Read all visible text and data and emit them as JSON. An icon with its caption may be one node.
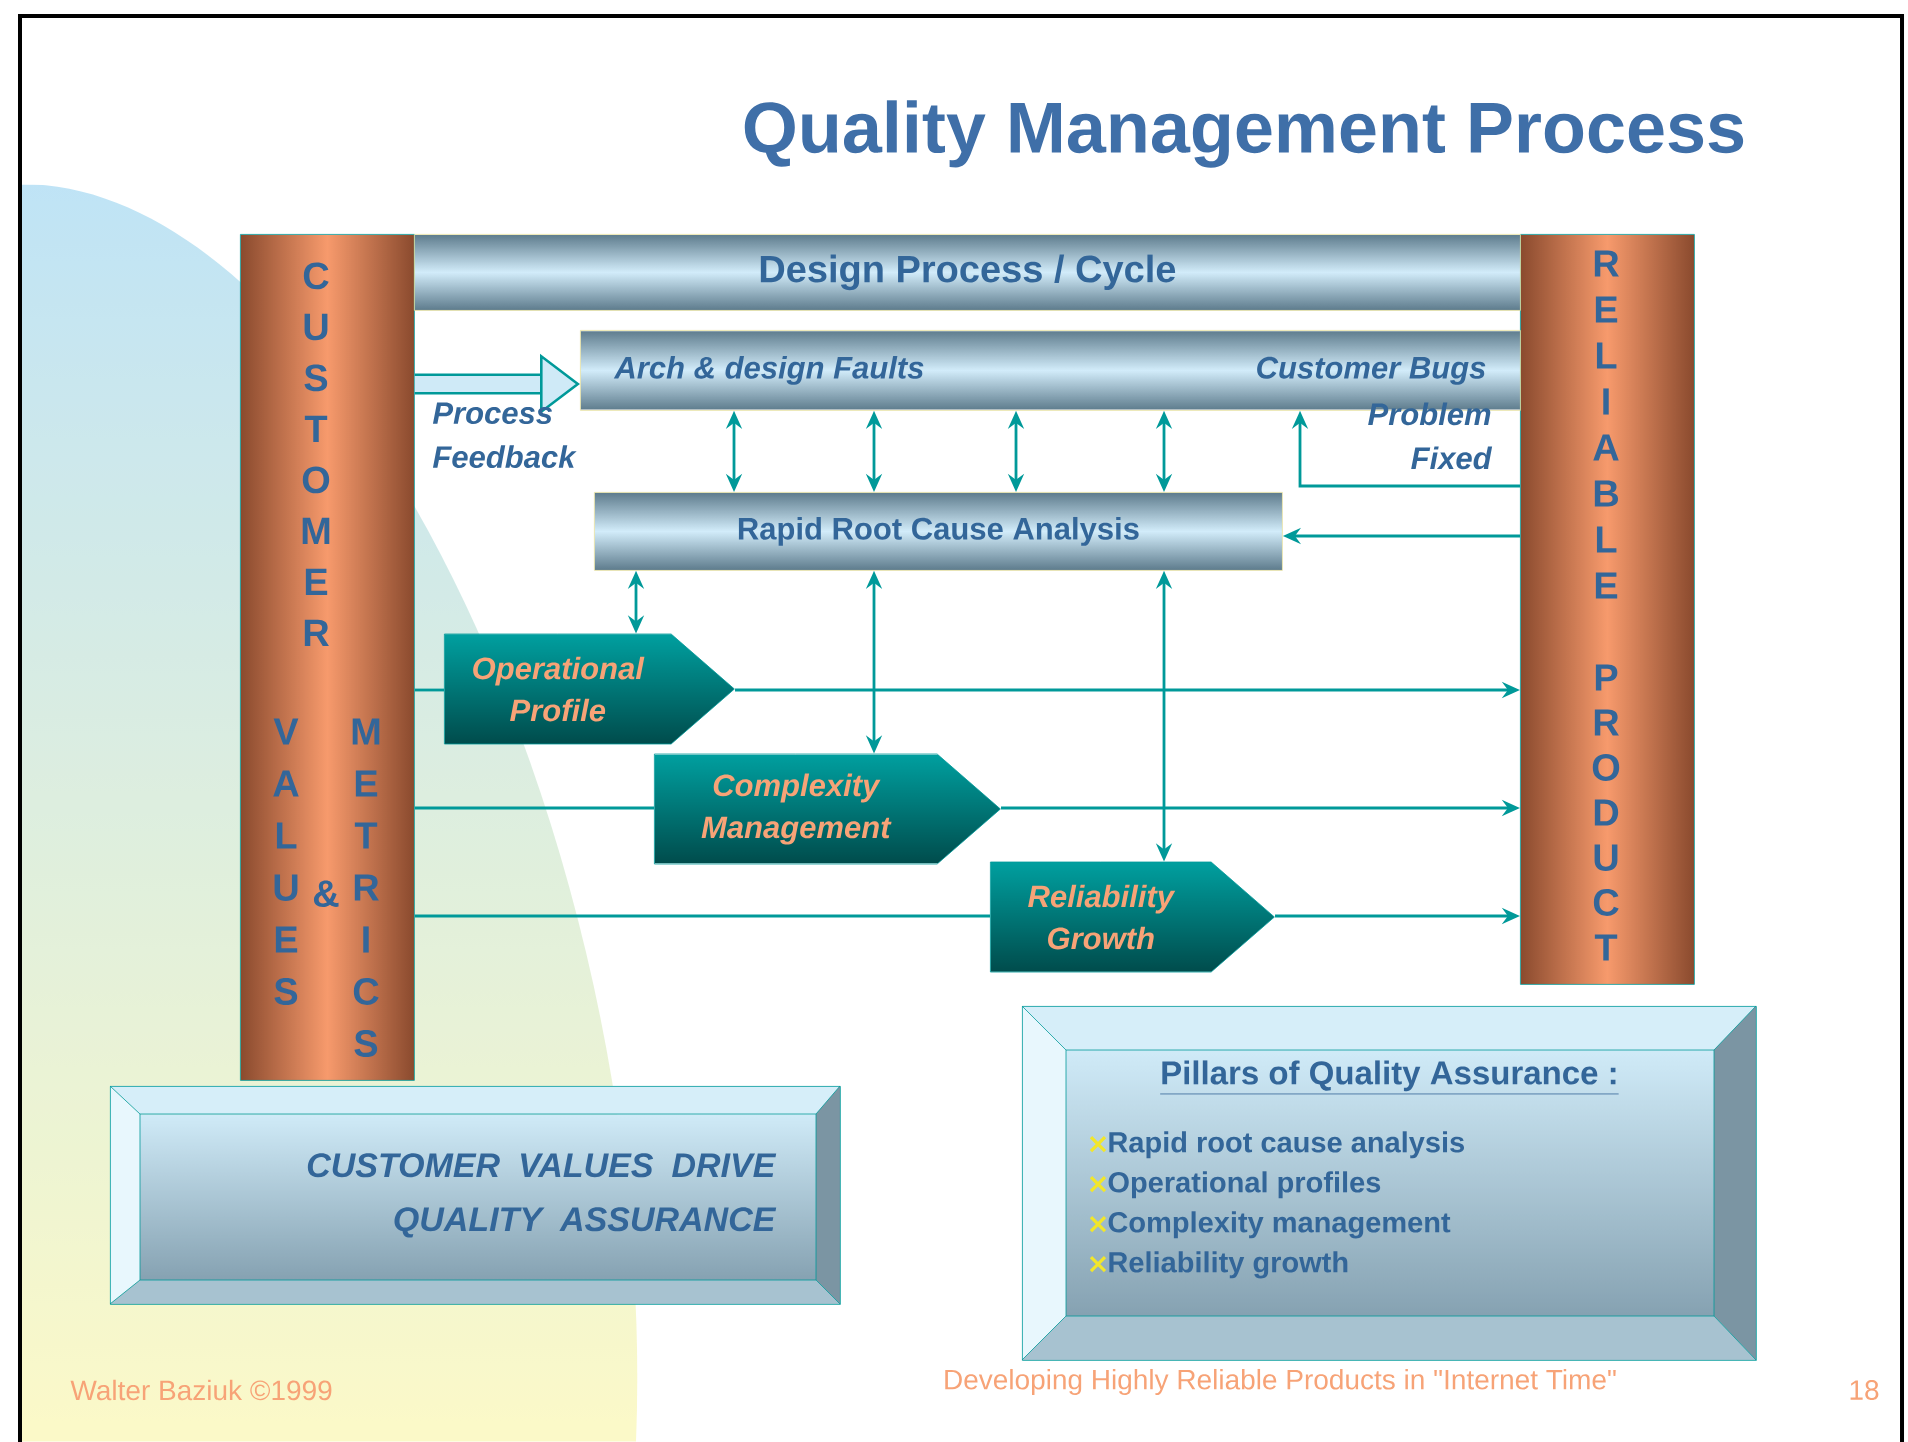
{
  "diagram": {
    "title": "Quality Management Process",
    "nodes": [
      {
        "text": [
          "CUSTOMER",
          "VALUES",
          "&",
          "METRICS"
        ]
      },
      {
        "text": [
          "RELIABLE",
          "PRODUCT"
        ]
      },
      {
        "text": [
          "Design Process / Cycle"
        ]
      },
      {
        "text": [
          "Arch & design Faults",
          "Customer Bugs"
        ]
      },
      {
        "text": [
          "Rapid Root Cause Analysis"
        ]
      },
      {
        "text": [
          "Operational Profile"
        ]
      },
      {
        "text": [
          "Complexity Management"
        ]
      },
      {
        "text": [
          "Reliability Growth"
        ]
      },
      {
        "text": [
          "CUSTOMER VALUES DRIVE QUALITY ASSURANCE"
        ]
      },
      {
        "text": [
          "Pillars of Quality Assurance :",
          "Rapid root cause analysis",
          "Operational profiles",
          "Complexity management",
          "Reliability growth"
        ]
      }
    ],
    "edges": [
      {
        "from": 0,
        "to": 3,
        "arrow": "to",
        "style": "thick",
        "label": "Process Feedback"
      },
      {
        "from": 3,
        "to": 4,
        "arrow": "both"
      },
      {
        "from": 3,
        "to": 4,
        "arrow": "both"
      },
      {
        "from": 3,
        "to": 4,
        "arrow": "both"
      },
      {
        "from": 3,
        "to": 4,
        "arrow": "both"
      },
      {
        "from": 1,
        "to": 3,
        "arrow": "to",
        "label": "Problem Fixed"
      },
      {
        "from": 1,
        "to": 4,
        "arrow": "to"
      },
      {
        "from": 4,
        "to": 5,
        "arrow": "both"
      },
      {
        "from": 4,
        "to": 6,
        "arrow": "both"
      },
      {
        "from": 4,
        "to": 7,
        "arrow": "both"
      },
      {
        "from": 0,
        "to": 5,
        "arrow": "none"
      },
      {
        "from": 5,
        "to": 1,
        "arrow": "to"
      },
      {
        "from": 0,
        "to": 6,
        "arrow": "none"
      },
      {
        "from": 6,
        "to": 1,
        "arrow": "to"
      },
      {
        "from": 0,
        "to": 7,
        "arrow": "none"
      },
      {
        "from": 7,
        "to": 1,
        "arrow": "to"
      }
    ],
    "labels": [
      "Walter Baziuk ©1999",
      "Developing Highly Reliable Products in \"Internet Time\"",
      "18"
    ]
  }
}
